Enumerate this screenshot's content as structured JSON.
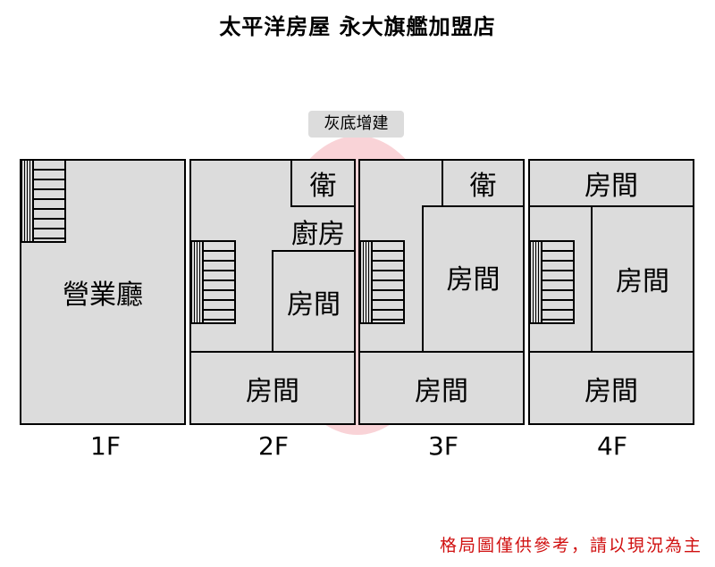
{
  "title": "太平洋房屋 永大旗艦加盟店",
  "legend": "灰底增建",
  "note": "格局圖僅供參考，請以現況為主",
  "floors": [
    {
      "label": "1F",
      "rooms": {
        "hall": "營業廳"
      }
    },
    {
      "label": "2F",
      "rooms": {
        "bath": "衛",
        "kitchen": "廚房",
        "room_mid": "房間",
        "room_bottom": "房間"
      }
    },
    {
      "label": "3F",
      "rooms": {
        "bath": "衛",
        "room_mid": "房間",
        "room_bottom": "房間"
      }
    },
    {
      "label": "4F",
      "rooms": {
        "room_top": "房間",
        "room_mid": "房間",
        "room_bottom": "房間"
      }
    }
  ],
  "colors": {
    "addition": "#dcdcdc",
    "watermark": "#f9d3d7",
    "note": "#d01010"
  }
}
